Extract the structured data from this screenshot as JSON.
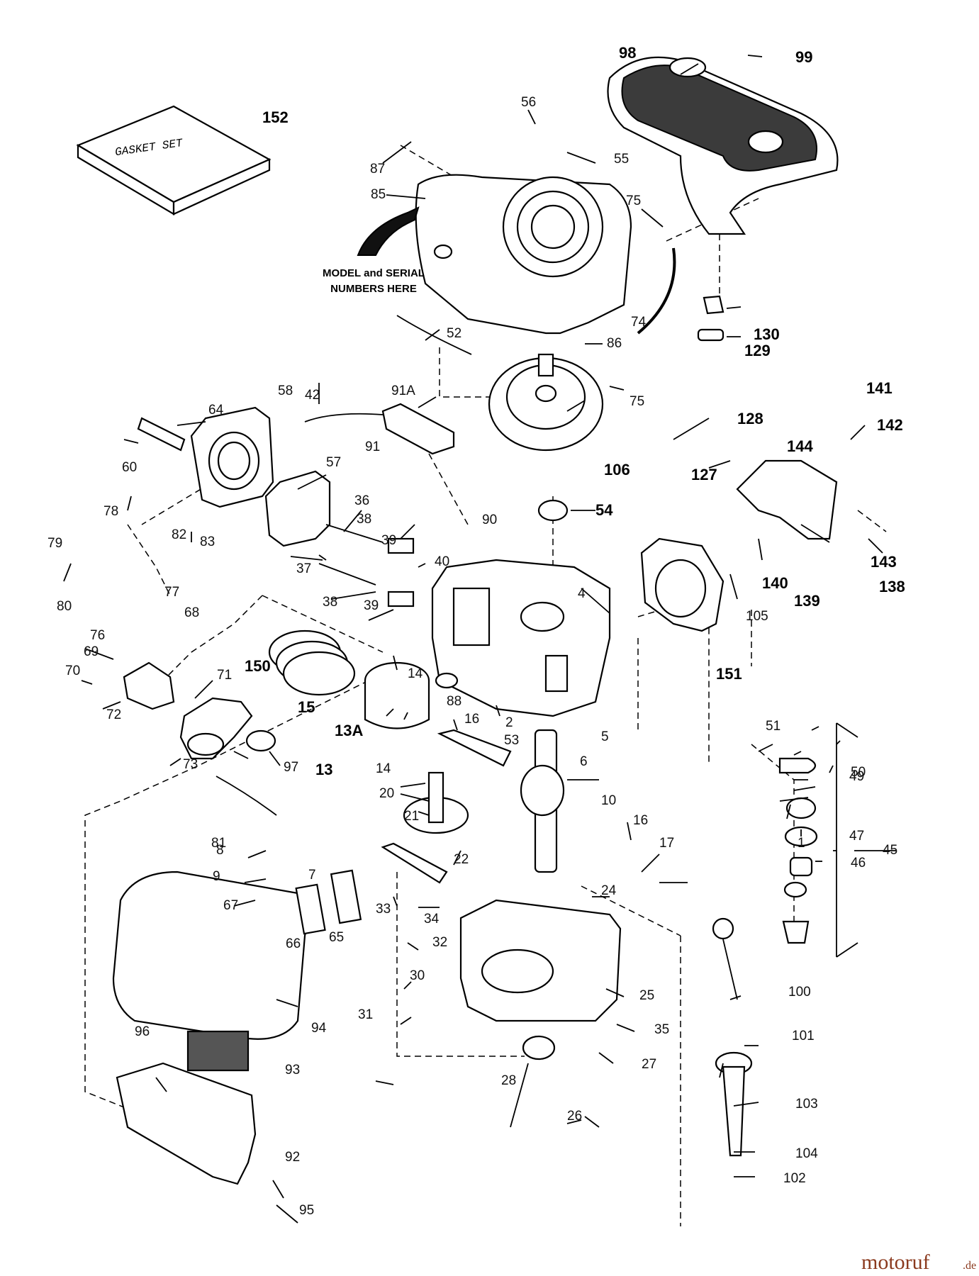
{
  "diagram": {
    "callouts": [
      "1",
      "2",
      "4",
      "5",
      "6",
      "7",
      "8",
      "9",
      "10",
      "13",
      "13A",
      "14",
      "14",
      "15",
      "16",
      "16",
      "17",
      "20",
      "21",
      "22",
      "24",
      "25",
      "26",
      "27",
      "28",
      "30",
      "31",
      "32",
      "33",
      "34",
      "35",
      "36",
      "37",
      "38",
      "38",
      "39",
      "39",
      "40",
      "42",
      "45",
      "46",
      "47",
      "49",
      "50",
      "51",
      "52",
      "53",
      "54",
      "55",
      "56",
      "57",
      "58",
      "60",
      "64",
      "65",
      "66",
      "67",
      "68",
      "69",
      "70",
      "71",
      "72",
      "73",
      "74",
      "75",
      "75",
      "76",
      "77",
      "78",
      "79",
      "80",
      "81",
      "82",
      "83",
      "85",
      "86",
      "87",
      "88",
      "90",
      "91",
      "91A",
      "92",
      "93",
      "94",
      "95",
      "96",
      "97",
      "98",
      "99",
      "100",
      "101",
      "102",
      "103",
      "104",
      "105",
      "106",
      "127",
      "128",
      "129",
      "130",
      "138",
      "139",
      "140",
      "141",
      "142",
      "143",
      "144",
      "150",
      "151",
      "152"
    ],
    "note": [
      "MODEL and SERIAL",
      "NUMBERS HERE"
    ],
    "gasket_label": "GASKET SET"
  },
  "watermark": {
    "brand": "motoruf",
    "suffix": ".de"
  }
}
